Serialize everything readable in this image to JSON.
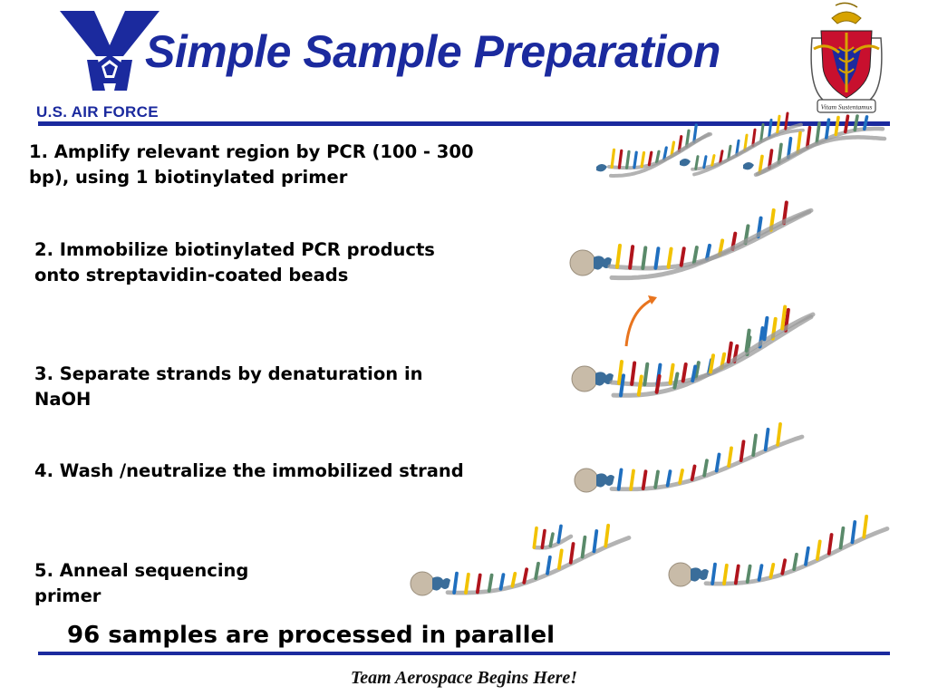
{
  "slide": {
    "title": "Simple Sample Preparation",
    "logo_left_text": "U.S. AIR FORCE",
    "seal_motto": "Vitam Sustentamus",
    "steps": [
      "1. Amplify relevant region by PCR (100 - 300 bp), using 1 biotinylated primer",
      "2. Immobilize biotinylated PCR products onto streptavidin-coated beads",
      "3. Separate strands by denaturation in NaOH",
      "4. Wash /neutralize the immobilized strand",
      "5. Anneal sequencing primer"
    ],
    "summary": "96 samples are processed in parallel",
    "tagline": "Team Aerospace Begins Here!"
  },
  "colors": {
    "brand_blue": "#1b2a9e",
    "base_yellow": "#f2c200",
    "base_blue": "#1f6fbf",
    "base_green": "#5a8a6a",
    "base_red": "#b0141c",
    "backbone_gray": "#9a9a9a",
    "bead": "#c8bba8",
    "biotin": "#3a6d9a",
    "arrow_orange": "#e8741e"
  },
  "icons": {
    "air_force": "air-force-wings-logo",
    "seal": "medical-caduceus-shield-seal"
  }
}
